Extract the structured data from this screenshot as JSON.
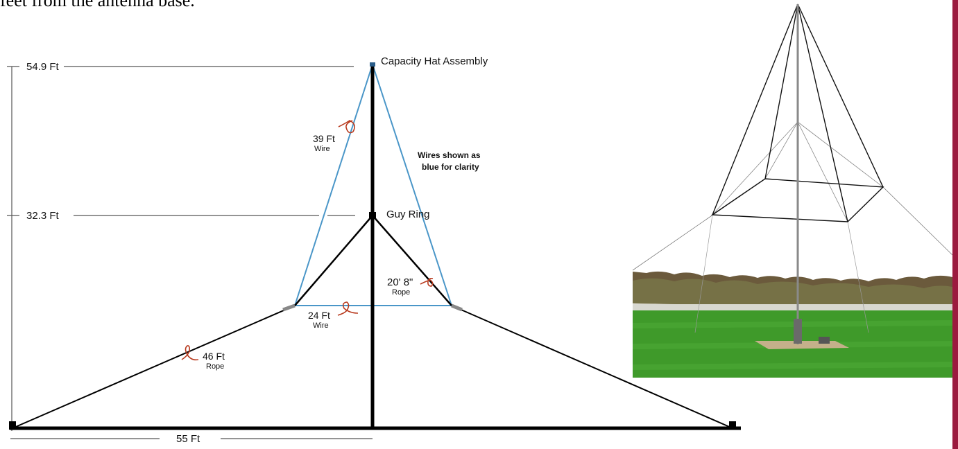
{
  "intro_text": "feet from the antenna base.",
  "colors": {
    "wire": "#4a96c8",
    "structure": "#000000",
    "marker": "#b83a1e",
    "accent_bar": "#9b1b3f",
    "grass": "#3f9a2a",
    "trees": "#6b5a3c",
    "sky": "#ffffff"
  },
  "labels": {
    "height_top": "54.9 Ft",
    "height_mid": "32.3 Ft",
    "base_length": "55 Ft",
    "capacity_hat": "Capacity Hat Assembly",
    "guy_ring": "Guy Ring",
    "wire_side_length": "39 Ft",
    "wire_side_material": "Wire",
    "wire_note_line1": "Wires shown as",
    "wire_note_line2": "blue for clarity",
    "rope_short_length": "20' 8\"",
    "rope_short_material": "Rope",
    "wire_bottom_length": "24 Ft",
    "wire_bottom_material": "Wire",
    "rope_long_length": "46 Ft",
    "rope_long_material": "Rope"
  },
  "photo": {
    "subject": "capacity-hat-antenna-photo"
  }
}
